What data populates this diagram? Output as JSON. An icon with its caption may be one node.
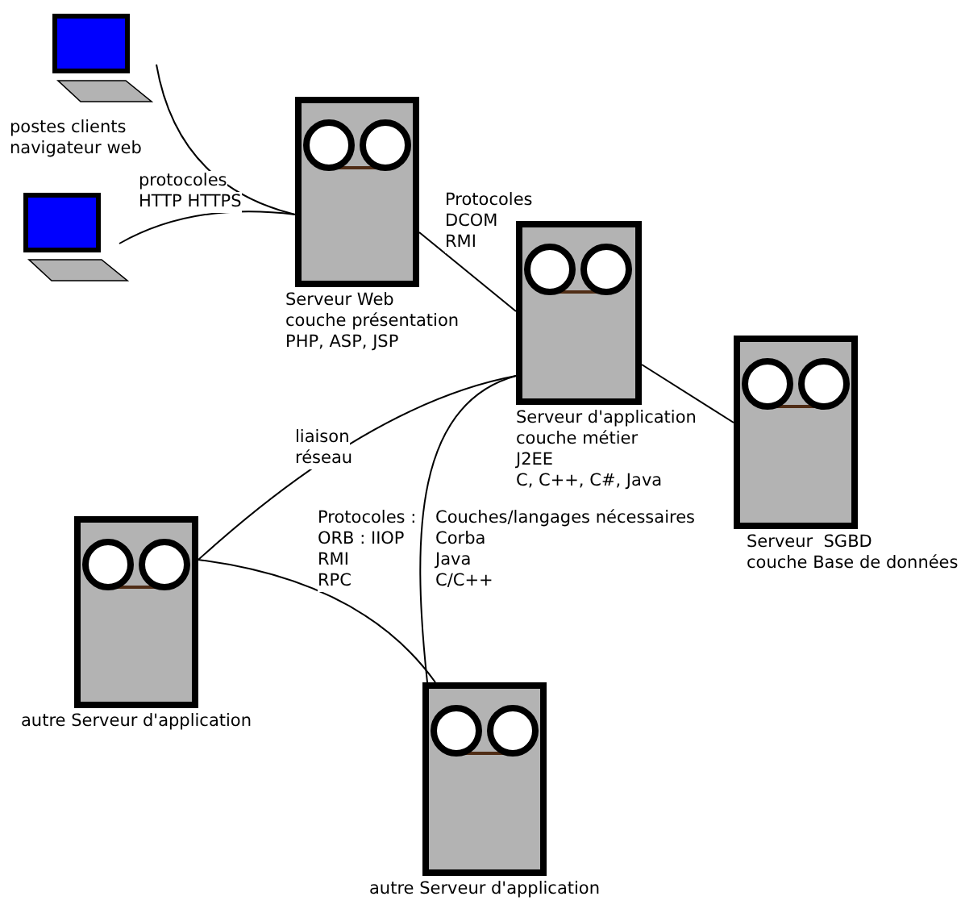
{
  "diagram": {
    "nodes": [
      {
        "text": [],
        "shape": "computer"
      },
      {
        "text": [],
        "shape": "computer"
      },
      {
        "text": [
          "Serveur Web",
          "couche présentation",
          "PHP, ASP, JSP"
        ]
      },
      {
        "text": [
          "Serveur d'application",
          "couche métier",
          "J2EE",
          "C, C++, C#, Java"
        ]
      },
      {
        "text": [
          "Serveur  SGBD",
          "couche Base de données"
        ]
      },
      {
        "text": [
          "autre Serveur d'application"
        ]
      },
      {
        "text": [
          "autre Serveur d'application"
        ]
      }
    ],
    "edges": [
      {
        "from": 0,
        "to": 2,
        "arrow": "none"
      },
      {
        "from": 1,
        "to": 2,
        "arrow": "none"
      },
      {
        "from": 2,
        "to": 3,
        "arrow": "none"
      },
      {
        "from": 3,
        "to": 4,
        "arrow": "none"
      },
      {
        "from": 3,
        "to": 5,
        "arrow": "none"
      },
      {
        "from": 5,
        "to": 6,
        "arrow": "none"
      },
      {
        "from": 3,
        "to": 6,
        "arrow": "none"
      }
    ],
    "labels": [
      "postes clients",
      "navigateur web",
      "protocoles",
      "HTTP HTTPS",
      "Protocoles",
      "DCOM",
      "RMI",
      "liaison",
      "réseau",
      "Protocoles :",
      "ORB : IIOP",
      "RMI",
      "RPC",
      "Couches/langages nécessaires",
      "Corba",
      "Java",
      "C/C++"
    ]
  }
}
